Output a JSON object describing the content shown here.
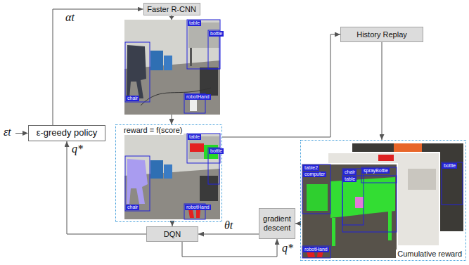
{
  "diagram": {
    "nodes": [
      {
        "text": [
          "Faster R-CNN"
        ]
      },
      {
        "text": [
          "History Replay"
        ]
      },
      {
        "text": [
          "ε-greedy policy"
        ]
      },
      {
        "text": [
          "reward = f(score)"
        ]
      },
      {
        "text": [
          "Cumulative reward"
        ]
      },
      {
        "text": [
          "gradient descent"
        ]
      },
      {
        "text": [
          "DQN"
        ]
      }
    ],
    "edges": [
      {
        "from": 2,
        "to": 0,
        "arrow": "to",
        "label": "αt"
      },
      {
        "from": 0,
        "to": 3,
        "arrow": "to"
      },
      {
        "from": 3,
        "to": 1,
        "arrow": "to"
      },
      {
        "from": 1,
        "to": 4,
        "arrow": "to"
      },
      {
        "from": 3,
        "to": 6,
        "arrow": "to"
      },
      {
        "from": 6,
        "to": 2,
        "arrow": "to",
        "label": "q*"
      },
      {
        "from": 4,
        "to": 5,
        "arrow": "to"
      },
      {
        "from": 5,
        "to": 6,
        "arrow": "to",
        "label": "θt"
      },
      {
        "from": 6,
        "to": 5,
        "arrow": "to",
        "label": "q*"
      }
    ],
    "labels": [
      "εt",
      "table",
      "bottle",
      "chair",
      "robotHand",
      "table",
      "bottle",
      "chair",
      "robotHand",
      "bottle",
      "table2",
      "computer",
      "chair",
      "sprayBottle",
      "table",
      "robotHand"
    ]
  }
}
